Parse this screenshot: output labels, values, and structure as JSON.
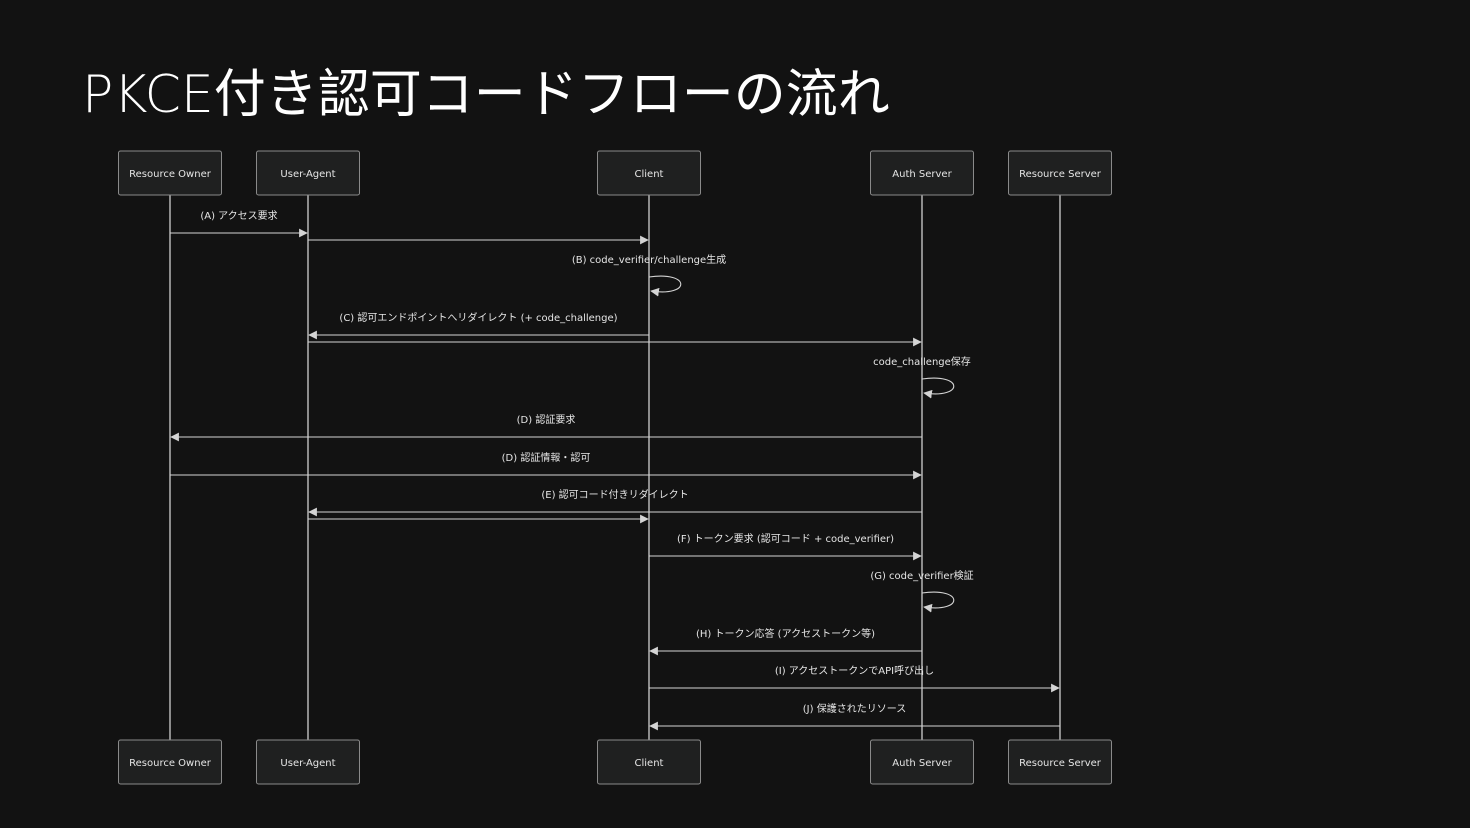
{
  "slide": {
    "title": "PKCE付き認可コードフローの流れ"
  },
  "participants": [
    {
      "id": "ro",
      "label": "Resource Owner"
    },
    {
      "id": "ua",
      "label": "User-Agent"
    },
    {
      "id": "client",
      "label": "Client"
    },
    {
      "id": "as",
      "label": "Auth Server"
    },
    {
      "id": "rs",
      "label": "Resource Server"
    }
  ],
  "messages": [
    {
      "from": "ro",
      "to": "ua",
      "label": "(A) アクセス要求"
    },
    {
      "from": "ua",
      "to": "client",
      "label": ""
    },
    {
      "from": "client",
      "to": "client",
      "label": "(B) code_verifier/challenge生成"
    },
    {
      "from": "client",
      "to": "ua",
      "label": "(C) 認可エンドポイントへリダイレクト (+ code_challenge)"
    },
    {
      "from": "ua",
      "to": "as",
      "label": ""
    },
    {
      "from": "as",
      "to": "as",
      "label": "code_challenge保存"
    },
    {
      "from": "as",
      "to": "ro",
      "label": "(D) 認証要求"
    },
    {
      "from": "ro",
      "to": "as",
      "label": "(D) 認証情報・認可"
    },
    {
      "from": "as",
      "to": "ua",
      "label": "(E) 認可コード付きリダイレクト"
    },
    {
      "from": "ua",
      "to": "client",
      "label": ""
    },
    {
      "from": "client",
      "to": "as",
      "label": "(F) トークン要求 (認可コード + code_verifier)"
    },
    {
      "from": "as",
      "to": "as",
      "label": "(G) code_verifier検証"
    },
    {
      "from": "as",
      "to": "client",
      "label": "(H) トークン応答 (アクセストークン等)"
    },
    {
      "from": "client",
      "to": "rs",
      "label": "(I) アクセストークンでAPI呼び出し"
    },
    {
      "from": "rs",
      "to": "client",
      "label": "(J) 保護されたリソース"
    }
  ]
}
